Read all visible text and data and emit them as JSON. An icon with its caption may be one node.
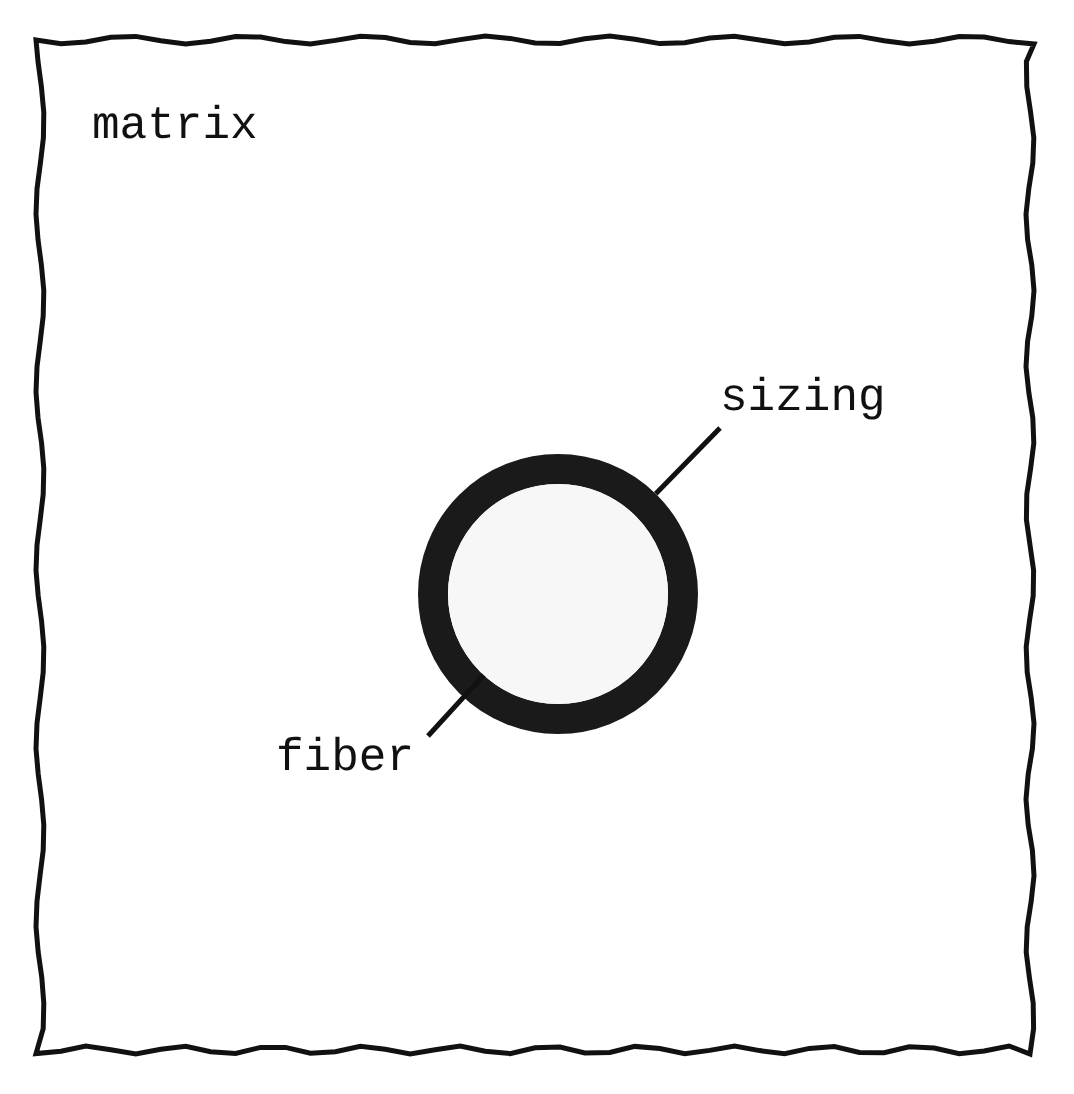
{
  "diagram": {
    "nodes": [
      {
        "text": [
          "matrix"
        ]
      },
      {
        "text": [
          "sizing"
        ],
        "in": 0
      },
      {
        "text": [],
        "shape": "circle",
        "in": 0
      },
      {
        "text": [
          "fiber"
        ],
        "in": 0
      },
      {
        "text": [],
        "shape": "circle",
        "in": 2
      }
    ],
    "edges": [
      {
        "from": 1,
        "to": 2,
        "arrow": "none"
      },
      {
        "from": 3,
        "to": 4,
        "arrow": "none"
      }
    ]
  }
}
